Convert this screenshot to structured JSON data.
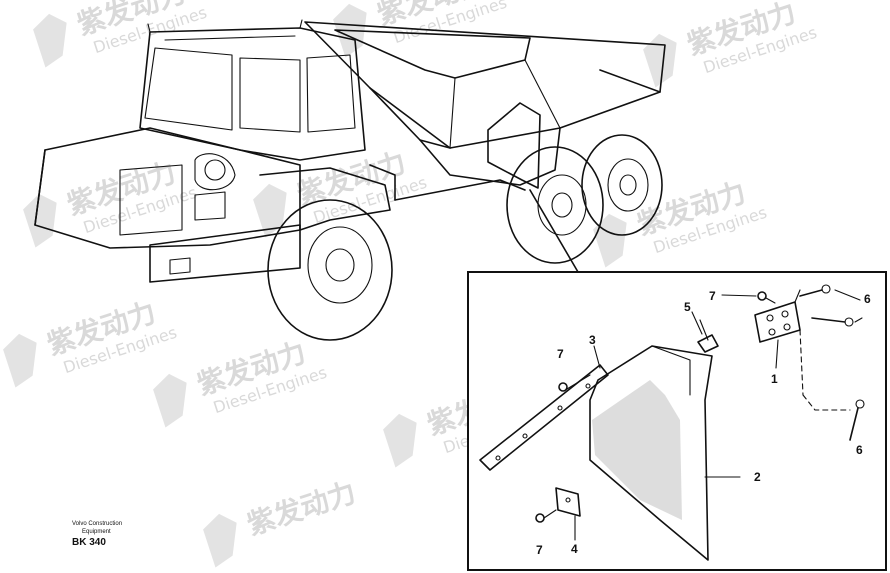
{
  "watermark": {
    "brand_cn": "紫发动力",
    "brand_en": "Diesel-Engines",
    "color": "#d9d9d9"
  },
  "caption": {
    "company": "Volvo Construction",
    "company_line2": "Equipment",
    "code": "BK 340"
  },
  "callouts": {
    "c1": "1",
    "c2": "2",
    "c3": "3",
    "c4": "4",
    "c5": "5",
    "c6a": "6",
    "c6b": "6",
    "c7a": "7",
    "c7b": "7",
    "c7c": "7"
  },
  "icons": {
    "logo": "diesel-engines-d-logo"
  }
}
